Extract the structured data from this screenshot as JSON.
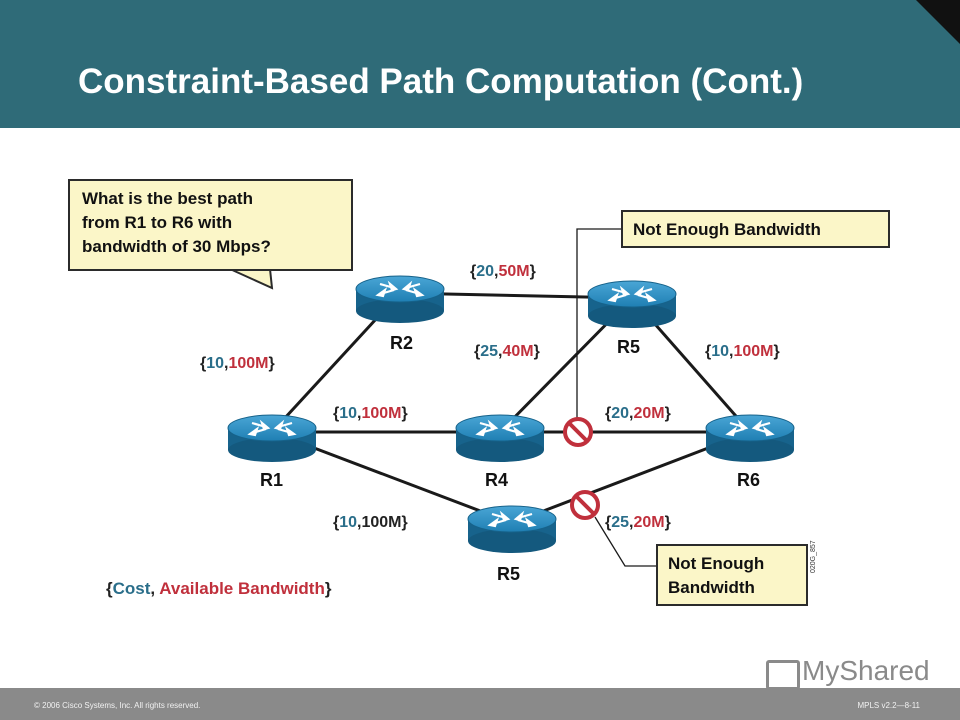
{
  "title": "Constraint-Based Path Computation (Cont.)",
  "question": {
    "line1": "What is the best path",
    "line2": "from R1 to R6 with",
    "line3": "bandwidth of 30 Mbps?"
  },
  "callouts": {
    "top": "Not Enough Bandwidth",
    "bottom_line1": "Not Enough",
    "bottom_line2": "Bandwidth"
  },
  "routers": {
    "r1": "R1",
    "r2": "R2",
    "r4": "R4",
    "r5_top": "R5",
    "r5_bottom": "R5",
    "r6": "R6"
  },
  "links": {
    "r2_r5": {
      "cost": "20",
      "bw": "50M"
    },
    "r4_r5": {
      "cost": "25",
      "bw": "40M"
    },
    "r5_r6": {
      "cost": "10",
      "bw": "100M"
    },
    "r1_r2": {
      "cost": "10",
      "bw": "100M"
    },
    "r1_r4": {
      "cost": "10",
      "bw": "100M"
    },
    "r4_r6": {
      "cost": "20",
      "bw": "20M"
    },
    "r1_r5b": {
      "cost": "10",
      "bw": "100M"
    },
    "r5b_r6": {
      "cost": "25",
      "bw": "20M"
    }
  },
  "legend": {
    "cost": "Cost",
    "bandwidth": "Available Bandwidth"
  },
  "diagram_id": "020G_857",
  "footer": {
    "copyright": "© 2006 Cisco Systems, Inc. All rights reserved.",
    "course": "MPLS v2.2—8-11"
  },
  "watermark": "MyShared",
  "colors": {
    "header": "#2f6b78",
    "cost": "#2a6e8a",
    "bandwidth": "#c0303c",
    "callout_bg": "#fbf6c8",
    "router": "#1f7fb3"
  }
}
